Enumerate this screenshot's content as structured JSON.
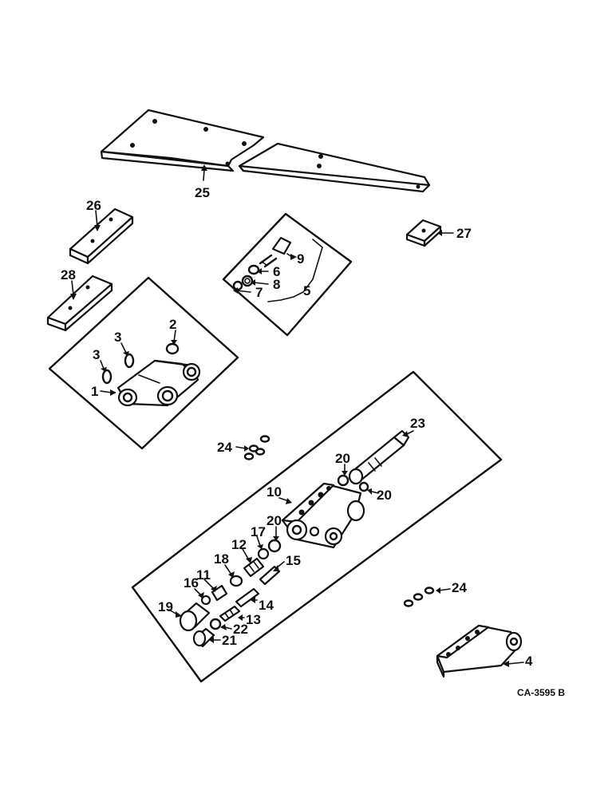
{
  "diagram": {
    "code": "CA-3595 B",
    "callouts": {
      "c1": "1",
      "c2": "2",
      "c3a": "3",
      "c3b": "3",
      "c4": "4",
      "c5": "5",
      "c6": "6",
      "c7": "7",
      "c8": "8",
      "c9": "9",
      "c10": "10",
      "c11": "11",
      "c12": "12",
      "c13": "13",
      "c14": "14",
      "c15": "15",
      "c16": "16",
      "c17": "17",
      "c18": "18",
      "c19": "19",
      "c20a": "20",
      "c20b": "20",
      "c20c": "20",
      "c21": "21",
      "c22": "22",
      "c23": "23",
      "c24a": "24",
      "c24b": "24",
      "c25": "25",
      "c26": "26",
      "c27": "27",
      "c28": "28"
    }
  }
}
